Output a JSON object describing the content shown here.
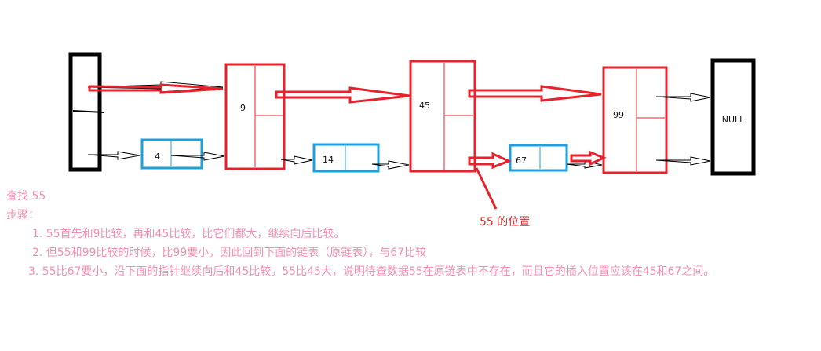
{
  "colors": {
    "red": "#e8222c",
    "blue": "#1ea0dc",
    "black": "#000000",
    "text_pink": "#f58fb0",
    "callout_red": "#e8222c"
  },
  "nodes": {
    "head": "",
    "upper": [
      "9",
      "45",
      "99"
    ],
    "lower": [
      "4",
      "14",
      "67"
    ],
    "tail": "NULL"
  },
  "callout": {
    "text": "55 的位置"
  },
  "description": {
    "title": "查找 55",
    "steps_label": "步骤：",
    "step1": "1. 55首先和9比较，再和45比较，比它们都大，继续向后比较。",
    "step2": "2. 但55和99比较的时候，比99要小，因此回到下面的链表（原链表），与67比较",
    "step3": "3. 55比67要小，沿下面的指针继续向后和45比较。55比45大，说明待查数据55在原链表中不存在，而且它的插入位置应该在45和67之间。"
  }
}
